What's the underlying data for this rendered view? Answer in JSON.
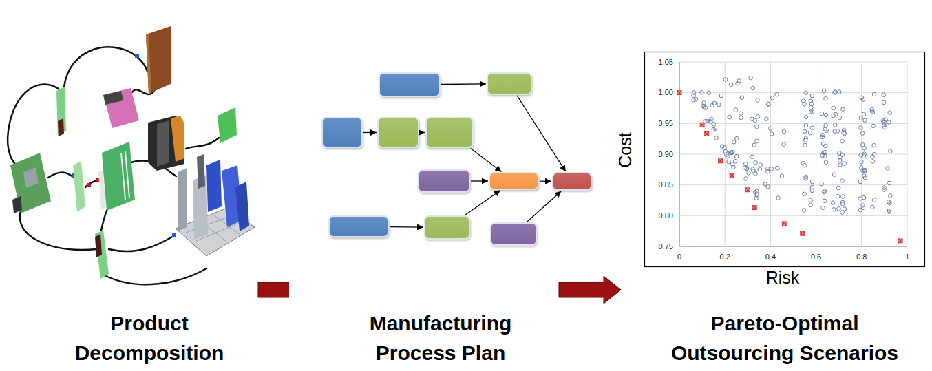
{
  "diagram": {
    "nodes": [
      {
        "text": []
      },
      {
        "text": []
      },
      {
        "text": []
      },
      {
        "text": []
      },
      {
        "text": []
      },
      {
        "text": []
      },
      {
        "text": []
      },
      {
        "text": []
      },
      {
        "text": []
      },
      {
        "text": []
      },
      {
        "text": []
      }
    ],
    "edges": [
      {
        "from": 0,
        "to": 1,
        "arrow": "to"
      },
      {
        "from": 2,
        "to": 3,
        "arrow": "to"
      },
      {
        "from": 3,
        "to": 4,
        "arrow": "to"
      },
      {
        "from": 4,
        "to": 6,
        "arrow": "to"
      },
      {
        "from": 5,
        "to": 6,
        "arrow": "to"
      },
      {
        "from": 9,
        "to": 6,
        "arrow": "to"
      },
      {
        "from": 8,
        "to": 9,
        "arrow": "to"
      },
      {
        "from": 1,
        "to": 7,
        "arrow": "to"
      },
      {
        "from": 6,
        "to": 7,
        "arrow": "to"
      },
      {
        "from": 10,
        "to": 7,
        "arrow": "to"
      }
    ],
    "labels": [
      "Product Decomposition",
      "Manufacturing Process Plan",
      "Pareto-Optimal Outsourcing Scenarios",
      "Cost",
      "Risk",
      "1.05",
      "1.00",
      "0.95",
      "0.90",
      "0.85",
      "0.80",
      "0.75",
      "0",
      "0.2",
      "0.4",
      "0.6",
      "0.8",
      "1"
    ]
  }
}
